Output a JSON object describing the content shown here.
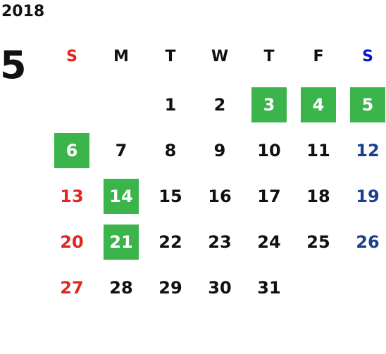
{
  "calendar": {
    "year": "2018",
    "month": "5",
    "weekdays": [
      "S",
      "M",
      "T",
      "W",
      "T",
      "F",
      "S"
    ],
    "weeks": [
      [
        "",
        "",
        "1",
        "2",
        "3",
        "4",
        "5"
      ],
      [
        "6",
        "7",
        "8",
        "9",
        "10",
        "11",
        "12"
      ],
      [
        "13",
        "14",
        "15",
        "16",
        "17",
        "18",
        "19"
      ],
      [
        "20",
        "21",
        "22",
        "23",
        "24",
        "25",
        "26"
      ],
      [
        "27",
        "28",
        "29",
        "30",
        "31",
        "",
        ""
      ]
    ],
    "highlighted_days": [
      "3",
      "4",
      "5",
      "6",
      "14",
      "21"
    ]
  },
  "colors": {
    "sunday": "#e0271f",
    "saturday": "#1b3f8f",
    "highlight": "#3bb44b",
    "text": "#111111"
  }
}
